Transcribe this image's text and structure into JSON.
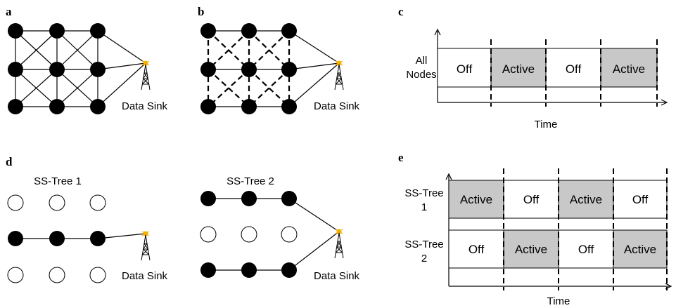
{
  "panels": {
    "a": {
      "letter": "a",
      "sink_label": "Data Sink"
    },
    "b": {
      "letter": "b",
      "sink_label": "Data Sink"
    },
    "c": {
      "letter": "c",
      "row_label_1": "All",
      "row_label_2": "Nodes",
      "blocks": [
        "Off",
        "Active",
        "Off",
        "Active"
      ],
      "axis_label": "Time"
    },
    "d": {
      "letter": "d",
      "tree1_title": "SS-Tree 1",
      "tree2_title": "SS-Tree 2",
      "sink_label_1": "Data Sink",
      "sink_label_2": "Data Sink"
    },
    "e": {
      "letter": "e",
      "row1_label_1": "SS-Tree",
      "row1_label_2": "1",
      "row2_label_1": "SS-Tree",
      "row2_label_2": "2",
      "row1_blocks": [
        "Active",
        "Off",
        "Active",
        "Off"
      ],
      "row2_blocks": [
        "Off",
        "Active",
        "Off",
        "Active"
      ],
      "axis_label": "Time"
    }
  },
  "colors": {
    "node": "#000000",
    "active_fill": "#c8c8c8",
    "off_fill": "#ffffff",
    "sink_accent": "#f5b000"
  }
}
